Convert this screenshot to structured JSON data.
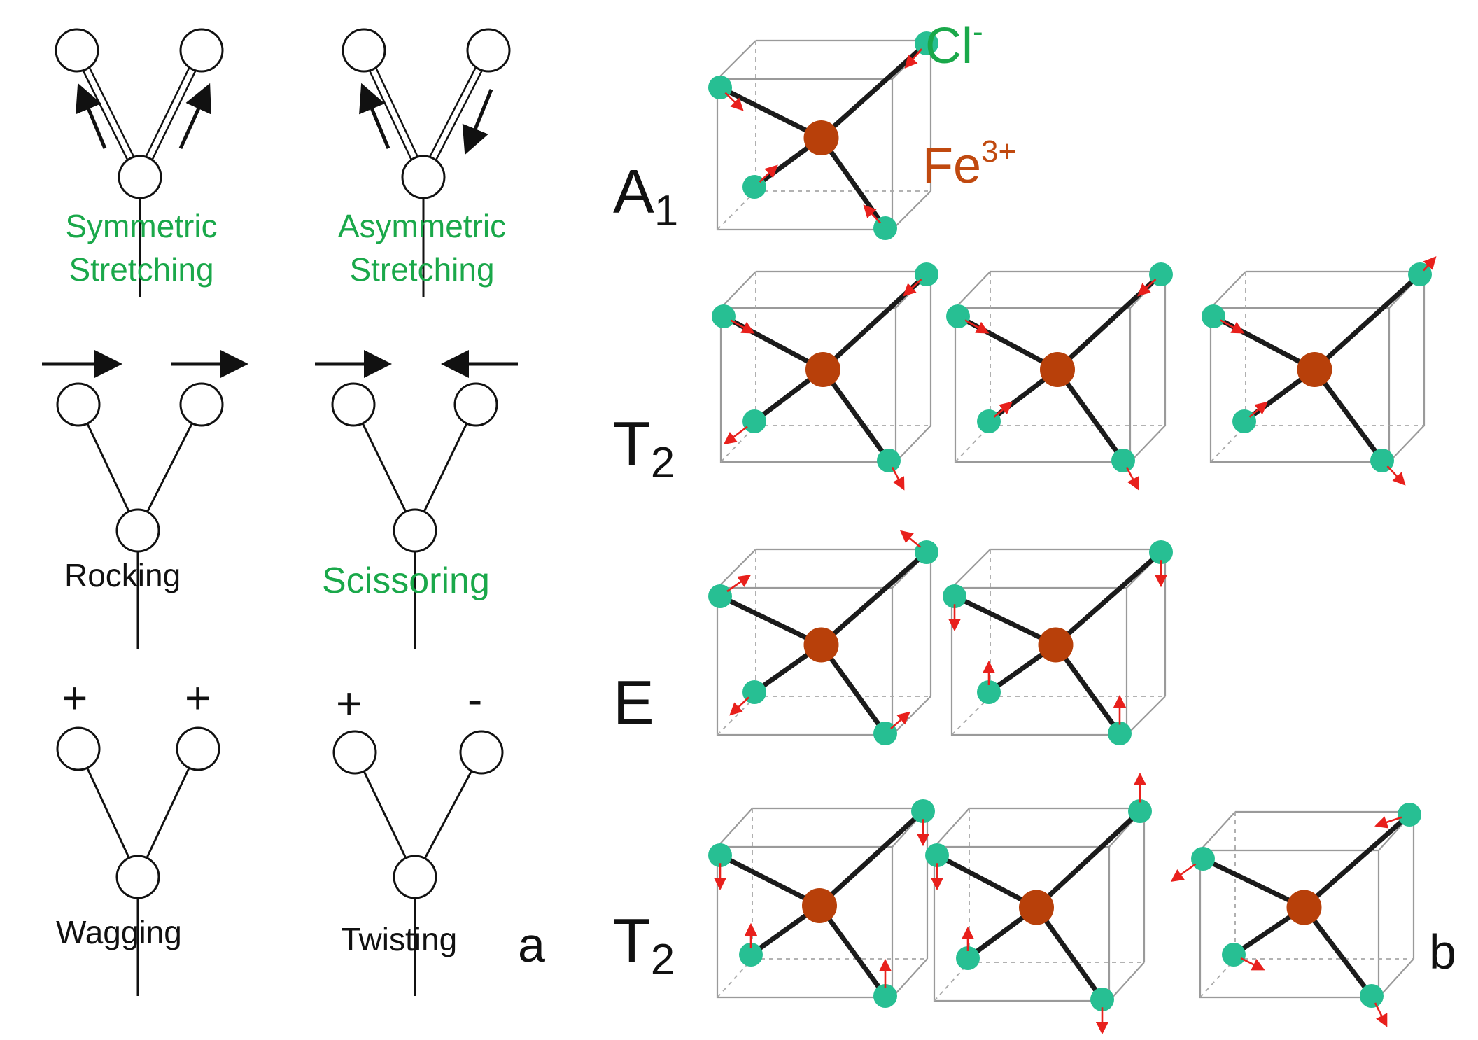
{
  "panel_a": {
    "letter": "a",
    "modes": {
      "symmetric_stretching": [
        "Symmetric",
        "Stretching"
      ],
      "asymmetric_stretching": [
        "Asymmetric",
        "Stretching"
      ],
      "rocking": "Rocking",
      "scissoring": "Scissoring",
      "wagging": "Wagging",
      "twisting": "Twisting"
    },
    "wag_signs": [
      "+",
      "+"
    ],
    "twist_signs": [
      "+",
      "-"
    ]
  },
  "panel_b": {
    "letter": "b",
    "ions": {
      "anion": {
        "symbol": "Cl",
        "charge": "-"
      },
      "cation": {
        "symbol": "Fe",
        "charge": "3+"
      }
    },
    "irreps": [
      {
        "letter": "A",
        "sub": "1"
      },
      {
        "letter": "T",
        "sub": "2"
      },
      {
        "letter": "E",
        "sub": ""
      },
      {
        "letter": "T",
        "sub": "2"
      }
    ]
  },
  "colors": {
    "label_green": "#1aa84a",
    "fe_color": "#b8400a",
    "cl_color": "#27bf93",
    "arrow_red": "#e8201c"
  }
}
